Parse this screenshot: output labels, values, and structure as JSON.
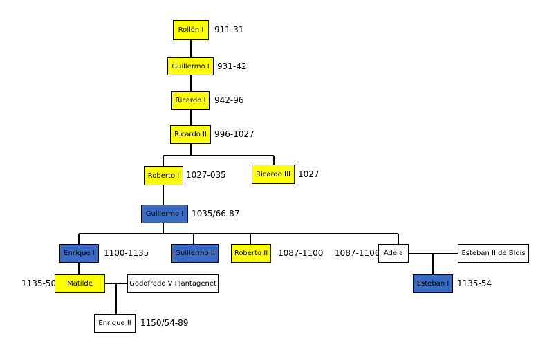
{
  "colors": {
    "yellow": "#ffff00",
    "blue": "#3a6bc2",
    "white": "#ffffff",
    "line": "#000000"
  },
  "nodes": {
    "rollon1": {
      "name": "Rollón I",
      "dates": "911-31"
    },
    "guillermo1a": {
      "name": "Guillermo I",
      "dates": "931-42"
    },
    "ricardo1": {
      "name": "Ricardo I",
      "dates": "942-96"
    },
    "ricardo2": {
      "name": "Ricardo II",
      "dates": "996-1027"
    },
    "roberto1": {
      "name": "Roberto I",
      "dates": "1027-035"
    },
    "ricardo3": {
      "name": "Ricardo III",
      "dates": "1027"
    },
    "guillermo1b": {
      "name": "Guillermo I",
      "dates": "1035/66-87"
    },
    "enrique1": {
      "name": "Enrique I",
      "dates": "1100-1135"
    },
    "guillermo2": {
      "name": "Guillermo II",
      "dates": ""
    },
    "roberto2": {
      "name": "Roberto II",
      "dates": "1087-1100"
    },
    "adela": {
      "name": "Adela",
      "dates": "1087-1106"
    },
    "esteban2": {
      "name": "Esteban II de Blois",
      "dates": ""
    },
    "matilde": {
      "name": "Matilde",
      "dates": "1135-50"
    },
    "godofredo5": {
      "name": "Godofredo V Plantagenet",
      "dates": ""
    },
    "enrique2": {
      "name": "Enrique II",
      "dates": "1150/54-89"
    },
    "esteban1": {
      "name": "Esteban I",
      "dates": "1135-54"
    }
  }
}
